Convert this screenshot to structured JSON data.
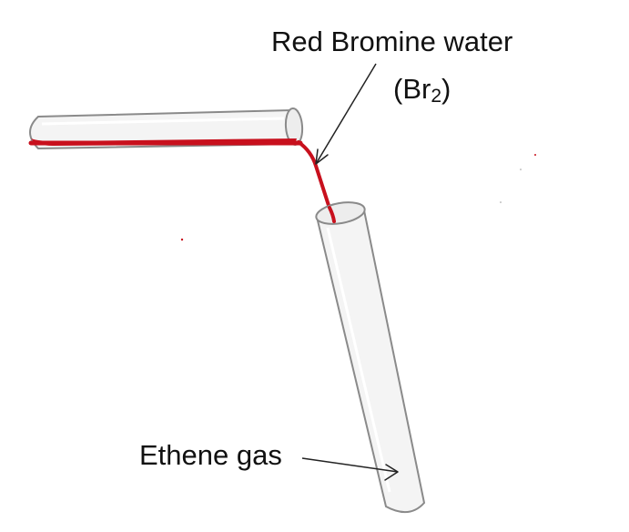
{
  "labels": {
    "bromine_water": "Red Bromine water",
    "formula_open": "(Br",
    "formula_subscript": "2",
    "formula_close": ")",
    "ethene_gas": "Ethene gas"
  },
  "colors": {
    "bromine": "#c8101d",
    "glass_outline": "#8a8a8a",
    "glass_fill": "#f4f4f4",
    "arrow": "#222222"
  }
}
